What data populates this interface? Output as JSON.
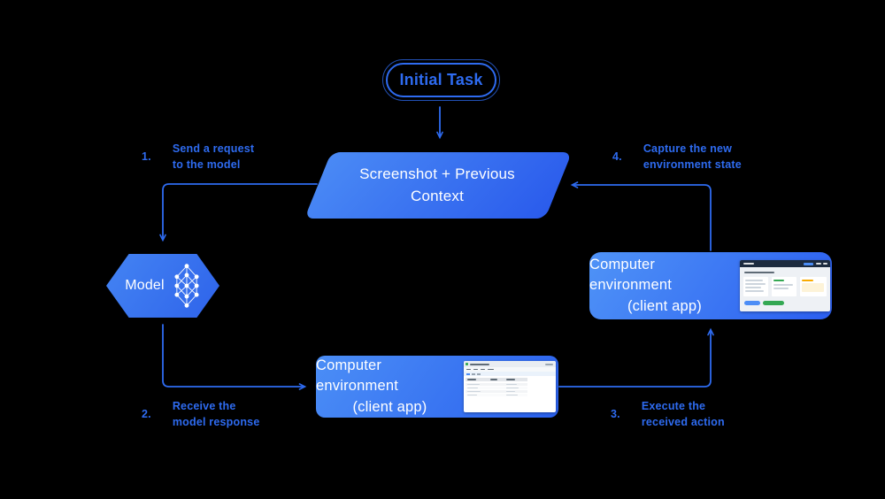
{
  "diagram": {
    "title_node": {
      "label": "Initial Task"
    },
    "context_node": {
      "line1": "Screenshot + Previous",
      "line2": "Context"
    },
    "model_node": {
      "label": "Model",
      "icon": "neural-network-icon"
    },
    "env_right_node": {
      "line1": "Computer environment",
      "line2": "(client app)",
      "thumbnail": "web-app-screenshot"
    },
    "env_bottom_node": {
      "line1": "Computer environment",
      "line2": "(client app)",
      "thumbnail": "desktop-app-screenshot"
    }
  },
  "steps": [
    {
      "num": "1.",
      "line1": "Send a request",
      "line2": "to the model"
    },
    {
      "num": "2.",
      "line1": "Receive the",
      "line2": "model response"
    },
    {
      "num": "3.",
      "line1": "Execute the",
      "line2": "received action"
    },
    {
      "num": "4.",
      "line1": "Capture the new",
      "line2": "environment state"
    }
  ],
  "colors": {
    "background": "#000000",
    "accent_blue": "#2e6bf0",
    "shape_gradient_start": "#4f93f7",
    "shape_gradient_end": "#2b5ef0",
    "node_text": "#ffffff"
  }
}
